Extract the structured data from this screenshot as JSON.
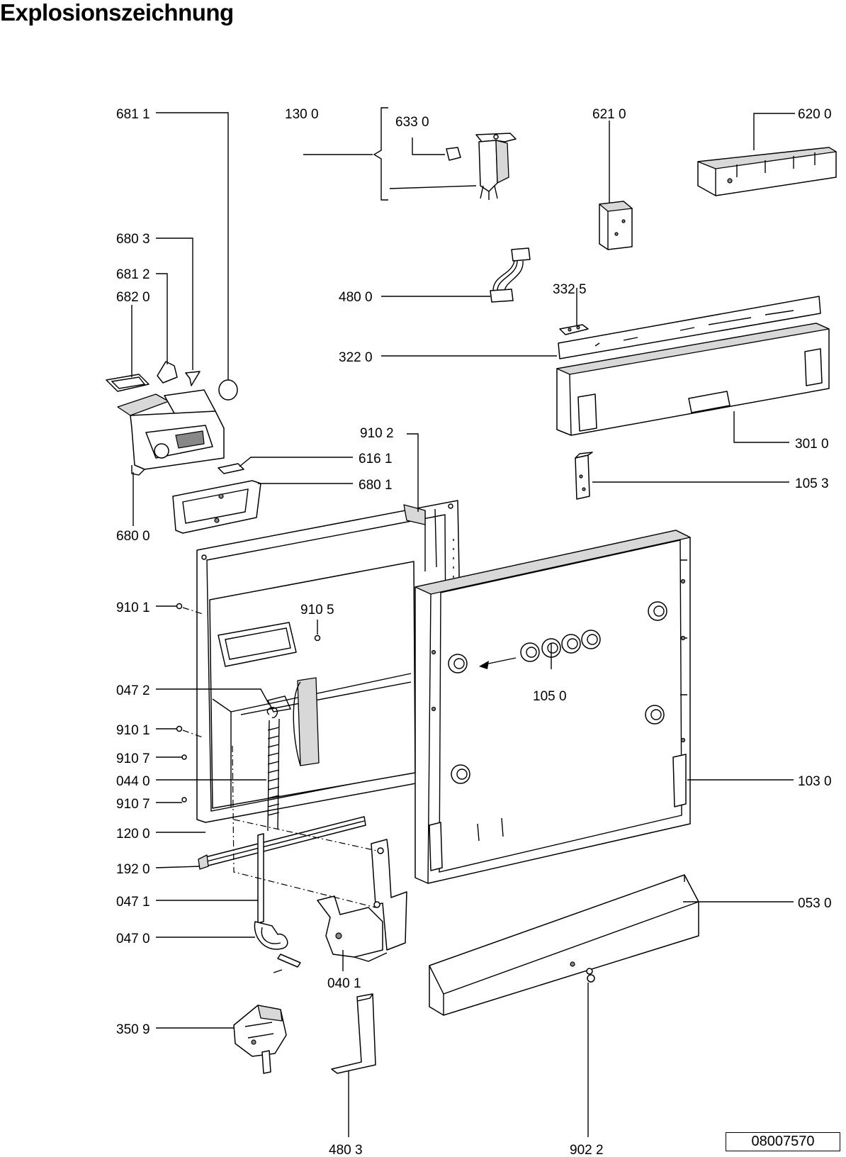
{
  "page": {
    "title": "Explosionszeichnung",
    "document_number": "08007570"
  },
  "diagram": {
    "labels": [
      "681 1",
      "130 0",
      "633 0",
      "621 0",
      "620 0",
      "680 3",
      "681 2",
      "682 0",
      "480 0",
      "332 5",
      "322 0",
      "910 2",
      "616 1",
      "680 1",
      "301 0",
      "105 3",
      "680 0",
      "910 1",
      "910 5",
      "105 0",
      "047 2",
      "910 1",
      "910 7",
      "044 0",
      "910 7",
      "103 0",
      "120 0",
      "192 0",
      "047 1",
      "053 0",
      "047 0",
      "040 1",
      "350 9",
      "480 3",
      "902 2"
    ]
  }
}
